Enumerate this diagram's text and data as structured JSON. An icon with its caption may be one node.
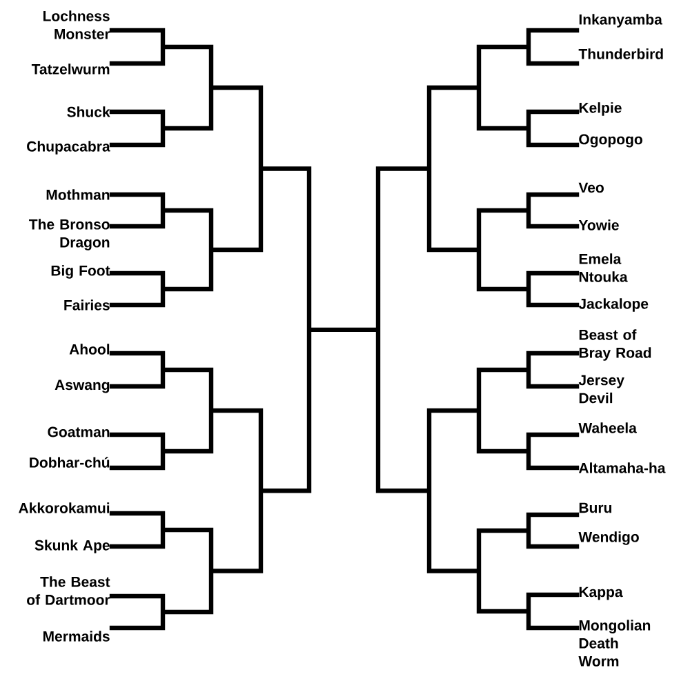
{
  "diagram": {
    "labels": [
      "Lochness Monster",
      "Tatzelwurm",
      "Shuck",
      "Chupacabra",
      "Mothman",
      "The Bronso Dragon",
      "Big Foot",
      "Fairies",
      "Ahool",
      "Aswang",
      "Goatman",
      "Dobhar-chú",
      "Akkorokamui",
      "Skunk Ape",
      "The Beast of Dartmoor",
      "Mermaids",
      "Inkanyamba",
      "Thunderbird",
      "Kelpie",
      "Ogopogo",
      "Veo",
      "Yowie",
      "Emela Ntouka",
      "Jackalope",
      "Beast of Bray Road",
      "Jersey Devil",
      "Waheela",
      "Altamaha-ha",
      "Buru",
      "Wendigo",
      "Kappa",
      "Mongolian Death Worm"
    ]
  }
}
